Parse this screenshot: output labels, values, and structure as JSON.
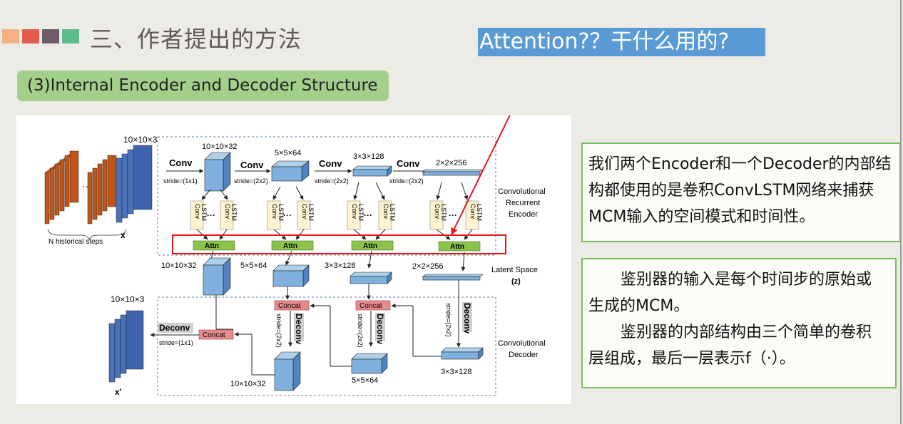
{
  "slide": {
    "deco_colors": [
      "#f4b183",
      "#e45c4a",
      "#6f5b6a",
      "#5dbb8f"
    ],
    "title": "三、作者提出的方法",
    "subtitle": "(3)Internal Encoder and Decoder Structure",
    "attention_note": "Attention?？干什么用的?",
    "text_box_1": "我们两个Encoder和一个Decoder的内部结构都使用的是卷积ConvLSTM网络来捕获MCM输入的空间模式和时间性。",
    "text_box_2_p1": "鉴别器的输入是每个时间步的原始或",
    "text_box_2_p2": "生成的MCM。",
    "text_box_2_p3": "鉴别器的内部结构由三个简单的卷积",
    "text_box_2_p4": "层组成，最后一层表示f（·）。"
  },
  "diagram": {
    "input_dim": "10×10×3",
    "history_label": "N historical steps",
    "x_label": "x",
    "xprime_label": "x'",
    "encoder_dims": [
      "10×10×32",
      "5×5×64",
      "3×3×128",
      "2×2×256"
    ],
    "conv": "Conv",
    "strides": [
      "stride=(1x1)",
      "stride=(2x2)",
      "stride=(2x2)",
      "stride=(2x2)"
    ],
    "lstm_label_1": "Conv",
    "lstm_label_2": "LSTM",
    "dots": "···",
    "attn": "Attn",
    "encoder_label_1": "Convolutional",
    "encoder_label_2": "Recurrent",
    "encoder_label_3": "Encoder",
    "latent_dims": [
      "10×10×32",
      "5×5×64",
      "3×3×128",
      "2×2×256"
    ],
    "latent_label_1": "Latent Space",
    "latent_label_2": "(z)",
    "concat": "Concat",
    "deconv": "Deconv",
    "deconv_stride_11": "stride=(1x1)",
    "deconv_stride_22": "stride=(2x2)",
    "output_dim": "10×10×3",
    "decoder_dims": [
      "10×10×32",
      "5×5×64",
      "3×3×128"
    ],
    "decoder_label_1": "Convolutional",
    "decoder_label_2": "Decoder"
  }
}
